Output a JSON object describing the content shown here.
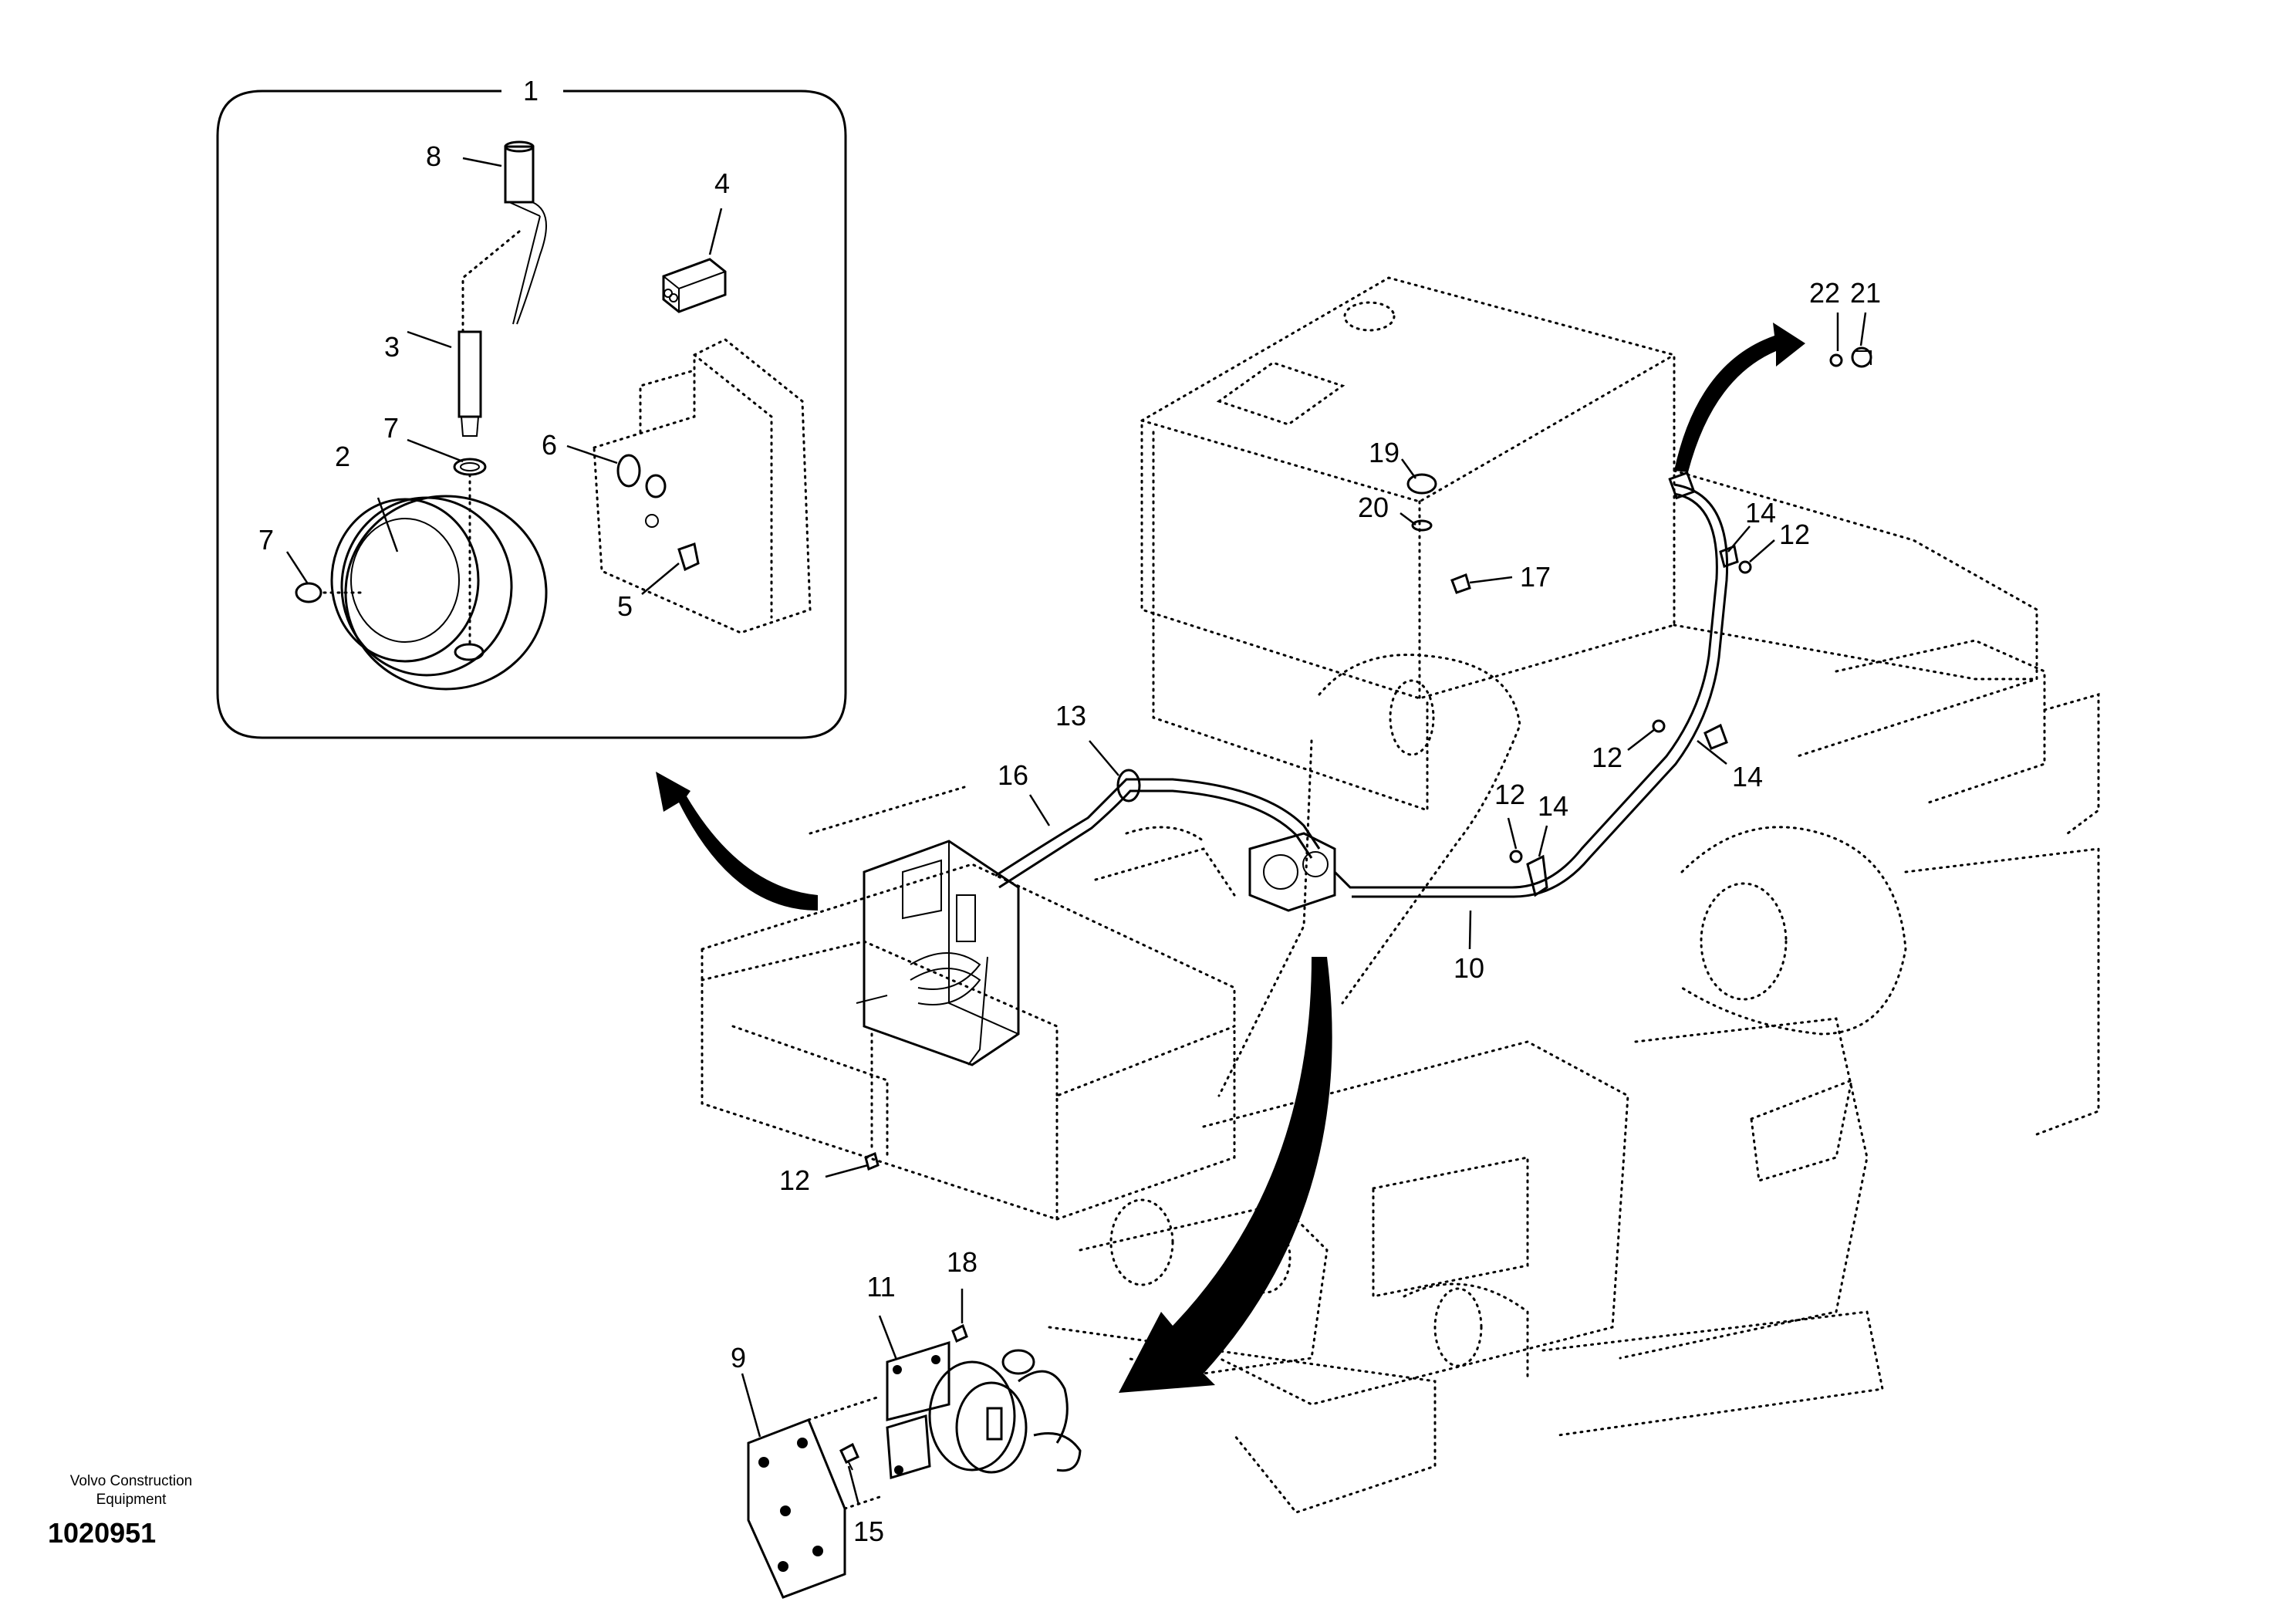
{
  "callouts": {
    "c1": "1",
    "c2": "2",
    "c3": "3",
    "c4": "4",
    "c5": "5",
    "c6": "6",
    "c7a": "7",
    "c7b": "7",
    "c8": "8",
    "c9": "9",
    "c10": "10",
    "c11": "11",
    "c12a": "12",
    "c12b": "12",
    "c12c": "12",
    "c12d": "12",
    "c13": "13",
    "c14a": "14",
    "c14b": "14",
    "c14c": "14",
    "c15": "15",
    "c16": "16",
    "c17": "17",
    "c18": "18",
    "c19": "19",
    "c20": "20",
    "c21": "21",
    "c22": "22"
  },
  "footer": {
    "brand": "Volvo Construction Equipment",
    "drawing_number": "1020951"
  }
}
